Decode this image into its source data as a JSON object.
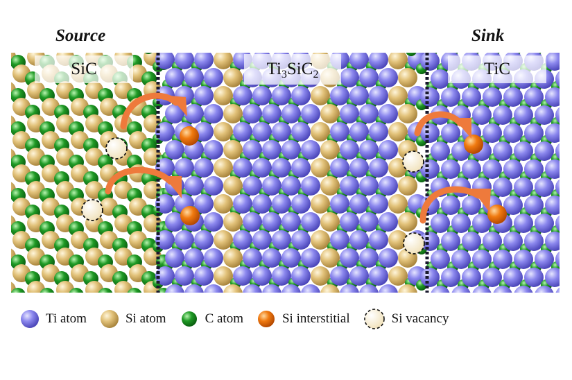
{
  "titles": {
    "source": "Source",
    "sink": "Sink"
  },
  "regions": {
    "sic": "SiC",
    "max_phase": {
      "base": "Ti",
      "sub1": "3",
      "mid": "SiC",
      "sub2": "2"
    },
    "tic": "TiC"
  },
  "legend": [
    {
      "label": "Ti atom",
      "kind": "ti",
      "icon": "ti-atom-icon"
    },
    {
      "label": "Si atom",
      "kind": "si",
      "icon": "si-atom-icon"
    },
    {
      "label": "C atom",
      "kind": "c",
      "icon": "c-atom-icon"
    },
    {
      "label": "Si interstitial",
      "kind": "interstitial",
      "icon": "si-interstitial-icon"
    },
    {
      "label": "Si vacancy",
      "kind": "vacancy",
      "icon": "si-vacancy-icon"
    }
  ],
  "colors": {
    "ti": "#6f6be0",
    "si": "#d9b66a",
    "c": "#138a1c",
    "interstitial": "#f07a10",
    "vacancy": "#fbf3dc",
    "arrow": "#ee7a3c",
    "boundary": "#1a1a2e"
  }
}
